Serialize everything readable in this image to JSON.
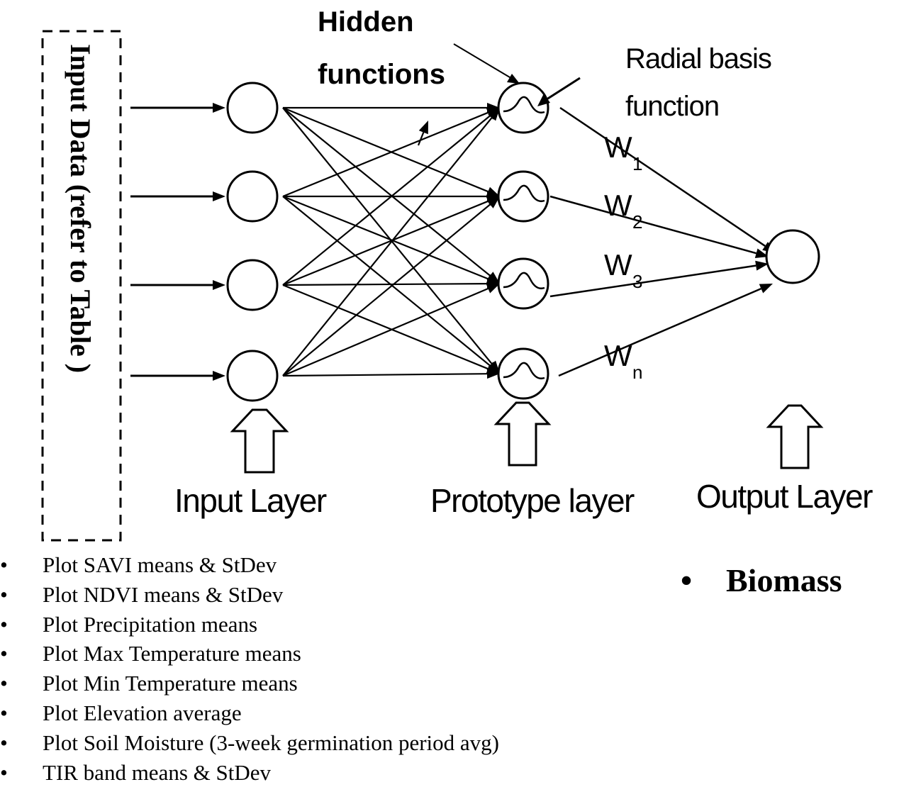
{
  "diagram": {
    "input_box_title": "Input Data (refer to Table  )",
    "hidden_functions_label_line1": "Hidden",
    "hidden_functions_label_line2": "functions",
    "radial_basis_label_line1": "Radial basis",
    "radial_basis_label_line2": "function",
    "layers": {
      "input": "Input Layer",
      "prototype": "Prototype layer",
      "output": "Output Layer"
    },
    "weights": [
      {
        "letter": "W",
        "sub": "1"
      },
      {
        "letter": "W",
        "sub": "2"
      },
      {
        "letter": "W",
        "sub": "3"
      },
      {
        "letter": "W",
        "sub": "n"
      }
    ]
  },
  "input_variables": [
    "Plot SAVI means & StDev",
    "Plot NDVI means & StDev",
    "Plot Precipitation means",
    "Plot Max Temperature means",
    "Plot Min Temperature means",
    "Plot Elevation average",
    "Plot Soil Moisture (3-week germination period avg)",
    "TIR band means & StDev"
  ],
  "output_variables": [
    "Biomass"
  ],
  "bullet_char": "•"
}
